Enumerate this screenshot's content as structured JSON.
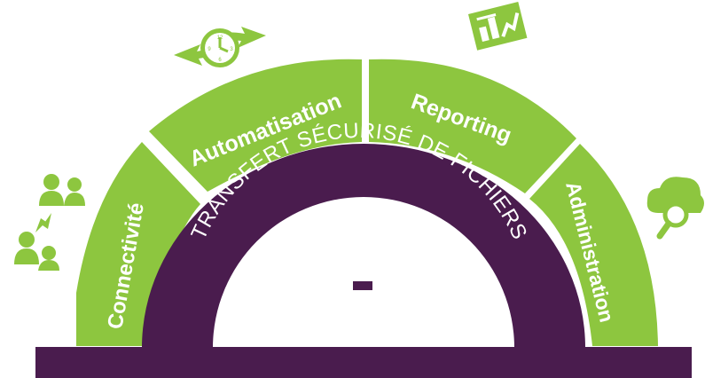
{
  "diagram": {
    "center_title": "TRANSFERT SÉCURISÉ DE FICHIERS",
    "center_icon": "folder-lock-icon",
    "segments": [
      {
        "label": "Connectivité",
        "icon": "people-exchange-icon"
      },
      {
        "label": "Automatisation",
        "icon": "clock-cycle-icon"
      },
      {
        "label": "Reporting",
        "icon": "report-chart-icon"
      },
      {
        "label": "Administration",
        "icon": "cloud-search-icon"
      }
    ],
    "colors": {
      "green": "#8dc63f",
      "purple": "#4a1c4e",
      "white": "#ffffff"
    }
  }
}
